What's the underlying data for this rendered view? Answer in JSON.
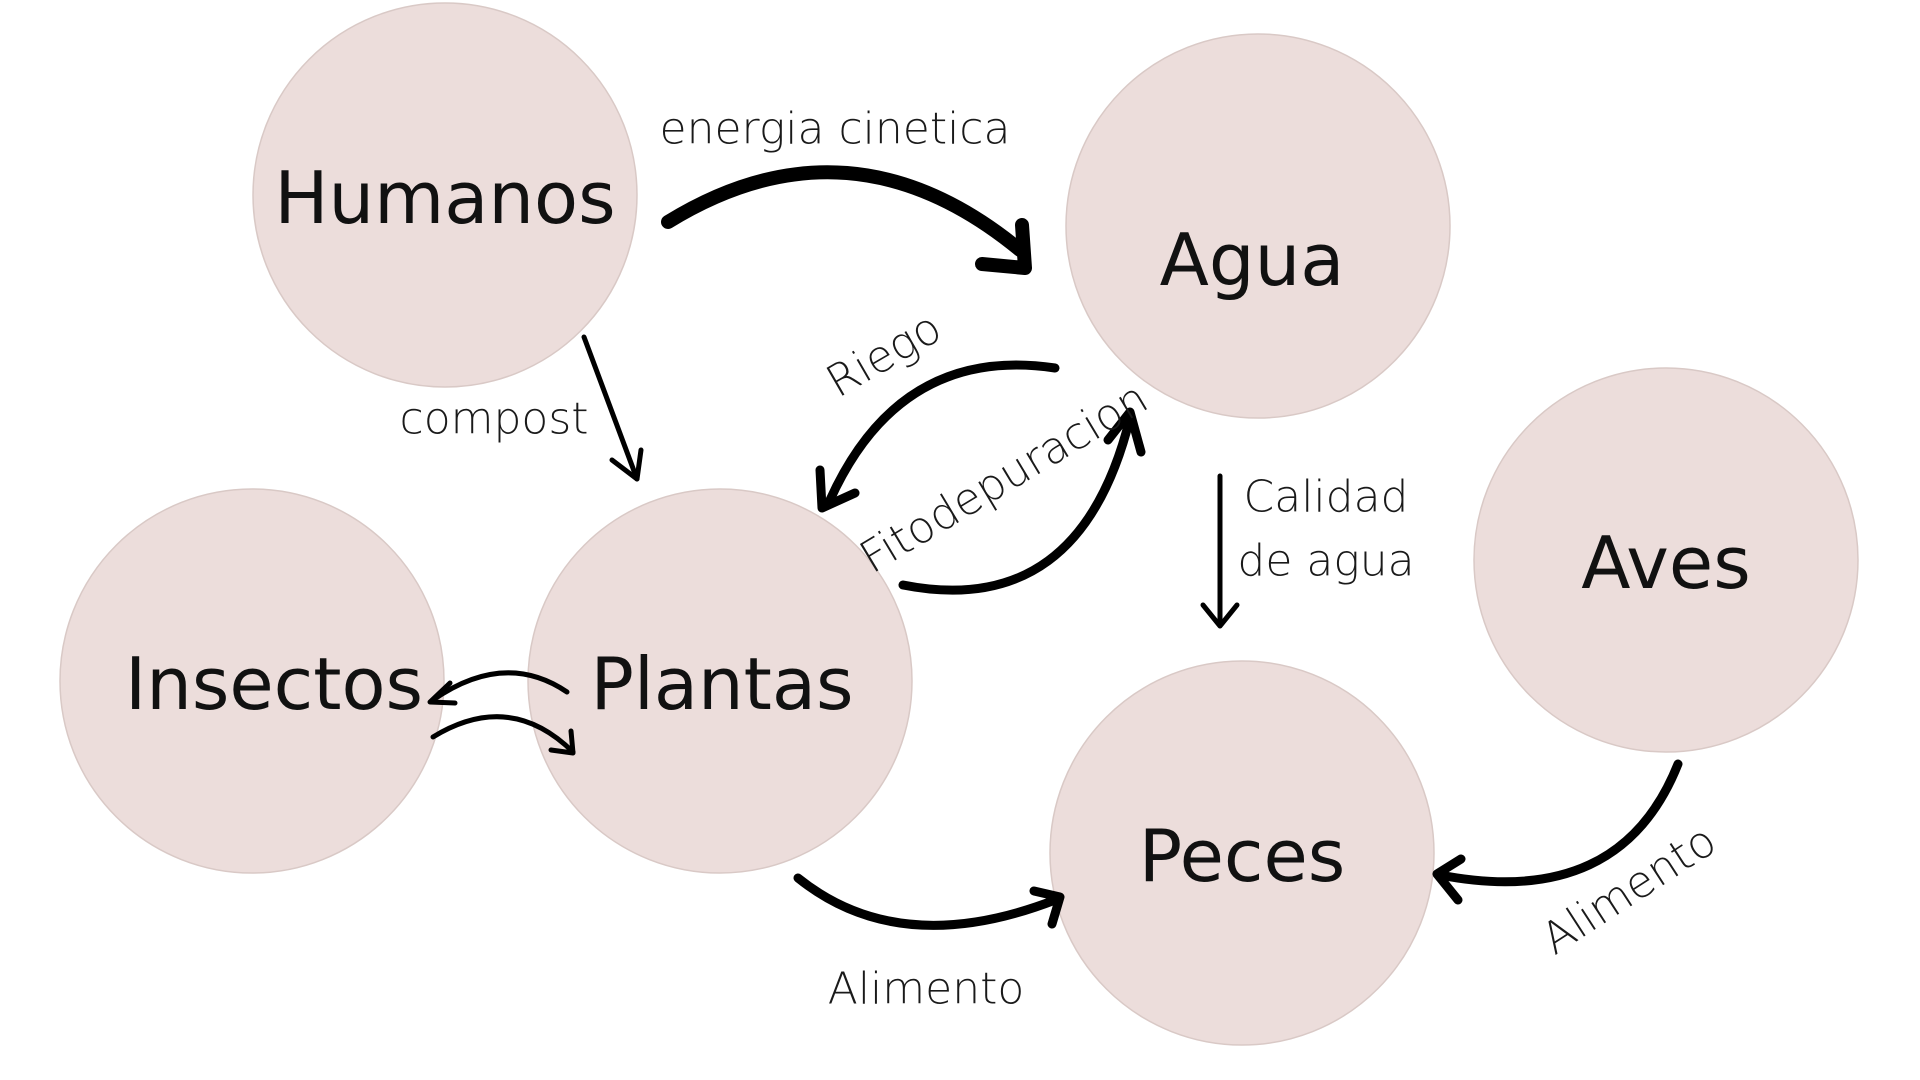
{
  "nodes": {
    "humanos": "Humanos",
    "agua": "Agua",
    "insectos": "Insectos",
    "plantas": "Plantas",
    "aves": "Aves",
    "peces": "Peces"
  },
  "edges": {
    "energia_cinetica": "energia cinetica",
    "compost": "compost",
    "riego": "Riego",
    "fitodepuracion": "Fitodepuracion",
    "calidad_line1": "Calidad",
    "calidad_line2": "de agua",
    "alimento_plantas_peces": "Alimento",
    "alimento_aves_peces": "Alimento"
  }
}
